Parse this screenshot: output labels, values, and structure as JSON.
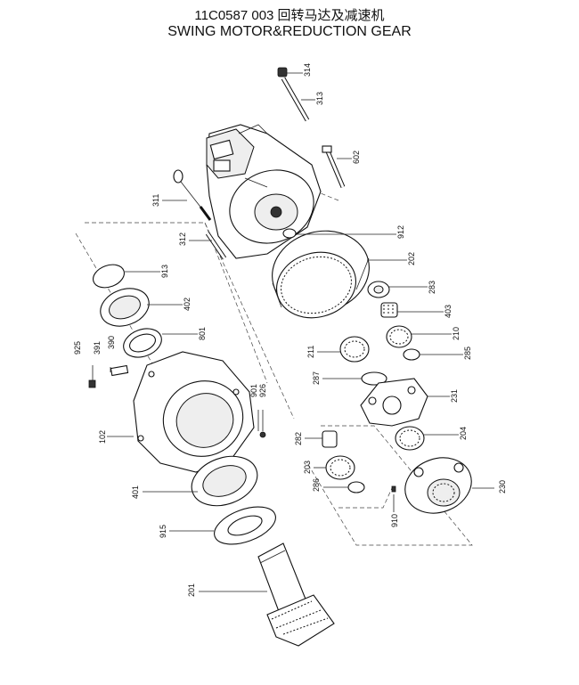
{
  "title": {
    "line1": "11C0587 003  回转马达及减速机",
    "line2": "SWING MOTOR&REDUCTION GEAR"
  },
  "callouts": {
    "c314": "314",
    "c313": "313",
    "c602": "602",
    "c311": "311",
    "c312": "312",
    "c912": "912",
    "c913": "913",
    "c202": "202",
    "c402": "402",
    "c283": "283",
    "c801": "801",
    "c403": "403",
    "c925": "925",
    "c391": "391",
    "c390": "390",
    "c210": "210",
    "c211": "211",
    "c285": "285",
    "c287": "287",
    "c231": "231",
    "c901": "901",
    "c926": "926",
    "c102": "102",
    "c204": "204",
    "c282": "282",
    "c203": "203",
    "c286": "286",
    "c230": "230",
    "c401": "401",
    "c910": "910",
    "c915": "915",
    "c201": "201"
  }
}
